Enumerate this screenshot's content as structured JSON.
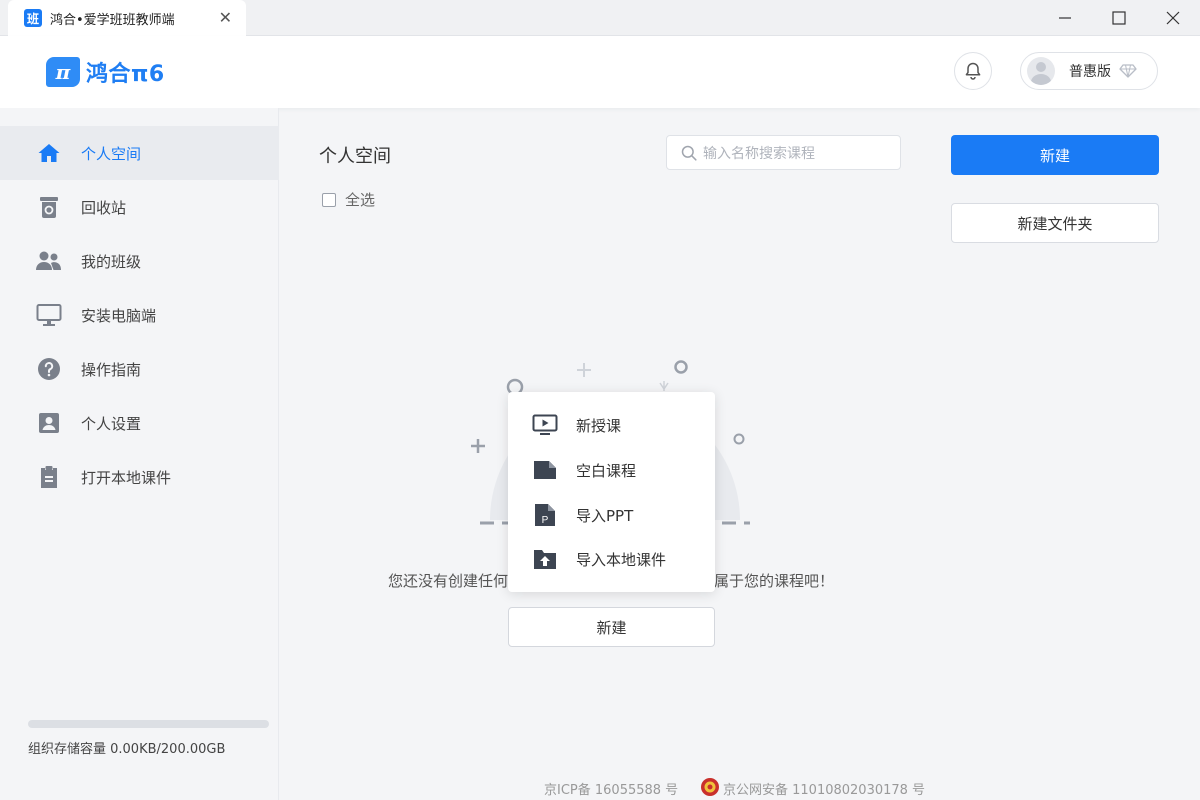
{
  "window": {
    "tab_icon_text": "班",
    "tab_title": "鸿合•爱学班班教师端",
    "close_glyph": "✕"
  },
  "header": {
    "logo_text": "鸿合π6",
    "logo_mark": "π",
    "user_edition": "普惠版"
  },
  "sidebar": {
    "items": [
      {
        "label": "个人空间",
        "icon": "home-icon"
      },
      {
        "label": "回收站",
        "icon": "recycle-bin-icon"
      },
      {
        "label": "我的班级",
        "icon": "users-icon"
      },
      {
        "label": "安装电脑端",
        "icon": "monitor-icon"
      },
      {
        "label": "操作指南",
        "icon": "help-icon"
      },
      {
        "label": "个人设置",
        "icon": "profile-icon"
      },
      {
        "label": "打开本地课件",
        "icon": "clipboard-icon"
      }
    ],
    "storage_text": "组织存储容量 0.00KB/200.00GB",
    "storage_used_fraction": 0
  },
  "main": {
    "title": "个人空间",
    "select_all": "全选",
    "search_placeholder": "输入名称搜索课程",
    "new_button": "新建",
    "new_folder_button": "新建文件夹",
    "empty_message": "您还没有创建任何课程，快来新建属于您的课程吧！",
    "empty_visible_left": "您还没有创建任何课",
    "empty_visible_right": "属于您的课程吧！",
    "empty_new_button": "新建"
  },
  "popup_menu": {
    "items": [
      {
        "label": "新授课",
        "icon": "presentation-icon"
      },
      {
        "label": "空白课程",
        "icon": "blank-file-icon"
      },
      {
        "label": "导入PPT",
        "icon": "ppt-file-icon",
        "icon_letter": "P"
      },
      {
        "label": "导入本地课件",
        "icon": "upload-folder-icon"
      }
    ]
  },
  "footer": {
    "icp": "京ICP备 16055588 号",
    "police": "京公网安备 11010802030178 号"
  },
  "colors": {
    "accent": "#1a7bf5",
    "sidebar_bg": "#f4f5f7",
    "active_item_bg": "#e9ebef"
  }
}
